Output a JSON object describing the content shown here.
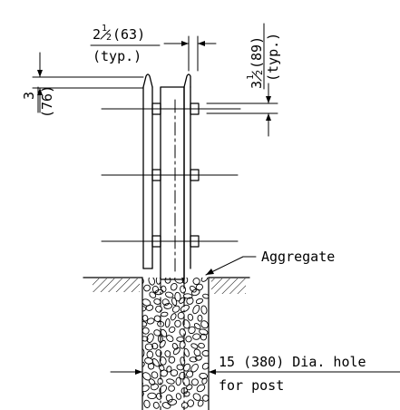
{
  "dim_top": {
    "whole": "2",
    "num": "1",
    "den": "2",
    "metric": " (63)",
    "typ": "(typ.)"
  },
  "dim_left": {
    "imperial": "3",
    "metric": "(76)"
  },
  "dim_right": {
    "whole": "3",
    "num": "1",
    "den": "2",
    "metric": " (89)",
    "typ": "(typ.)"
  },
  "label_aggregate": "Aggregate",
  "label_hole": {
    "line1": "15 (380) Dia. hole",
    "line2": "for post"
  }
}
